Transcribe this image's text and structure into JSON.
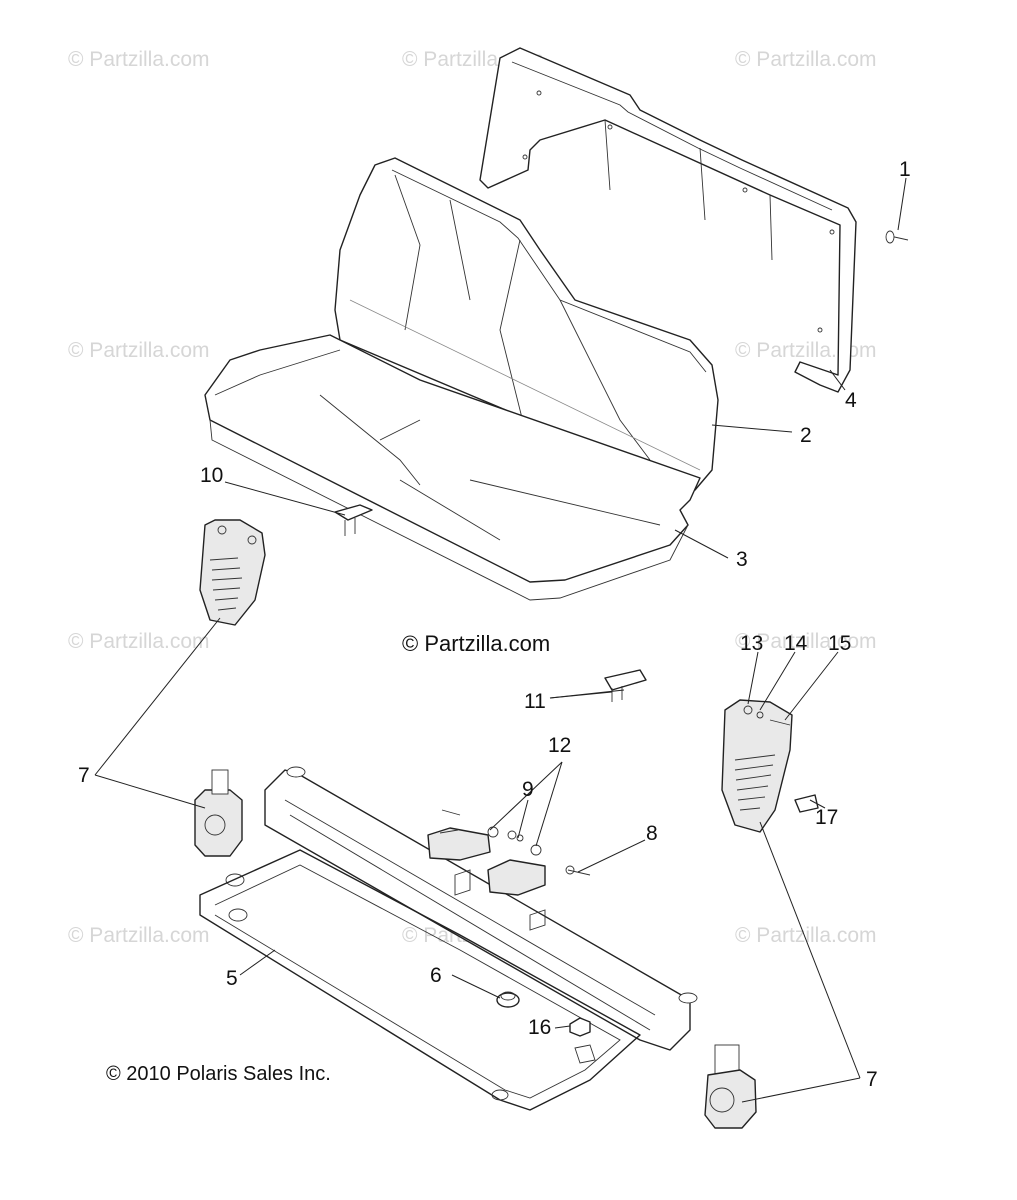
{
  "watermark": "© Partzilla.com",
  "center_mark": "© Partzilla.com",
  "copyright": "© 2010 Polaris Sales Inc.",
  "callouts": {
    "c1": "1",
    "c2": "2",
    "c3": "3",
    "c4": "4",
    "c5": "5",
    "c6": "6",
    "c7a": "7",
    "c7b": "7",
    "c8": "8",
    "c9": "9",
    "c10": "10",
    "c11": "11",
    "c12": "12",
    "c13": "13",
    "c14": "14",
    "c15": "15",
    "c16": "16",
    "c17": "17"
  }
}
